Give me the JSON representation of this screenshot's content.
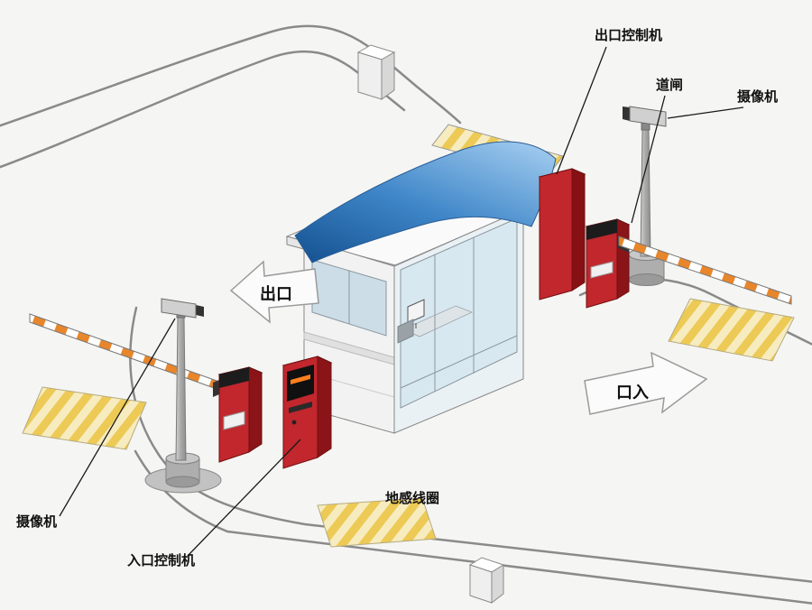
{
  "diagram": {
    "type": "isometric-schematic",
    "subject": "parking-lot-entrance-exit-control-system",
    "labels": {
      "exit_controller": "出口控制机",
      "barrier_gate": "道闸",
      "camera_right": "摄像机",
      "camera_left": "摄像机",
      "exit_arrow": "出口",
      "entrance_arrow": "口入",
      "ground_loop": "地感线圈",
      "entrance_controller": "入口控制机"
    },
    "colors": {
      "background": "#f5f5f3",
      "canopy_blue_dark": "#14508f",
      "canopy_blue_light": "#9ac6ec",
      "machine_red": "#c1272d",
      "machine_red_dark": "#8a1418",
      "stripe_yellow": "#ecca55",
      "stripe_cream": "#f7ecc0",
      "arm_orange": "#e8862c",
      "road_line": "#8a8a8a",
      "label_text": "#101010"
    }
  }
}
